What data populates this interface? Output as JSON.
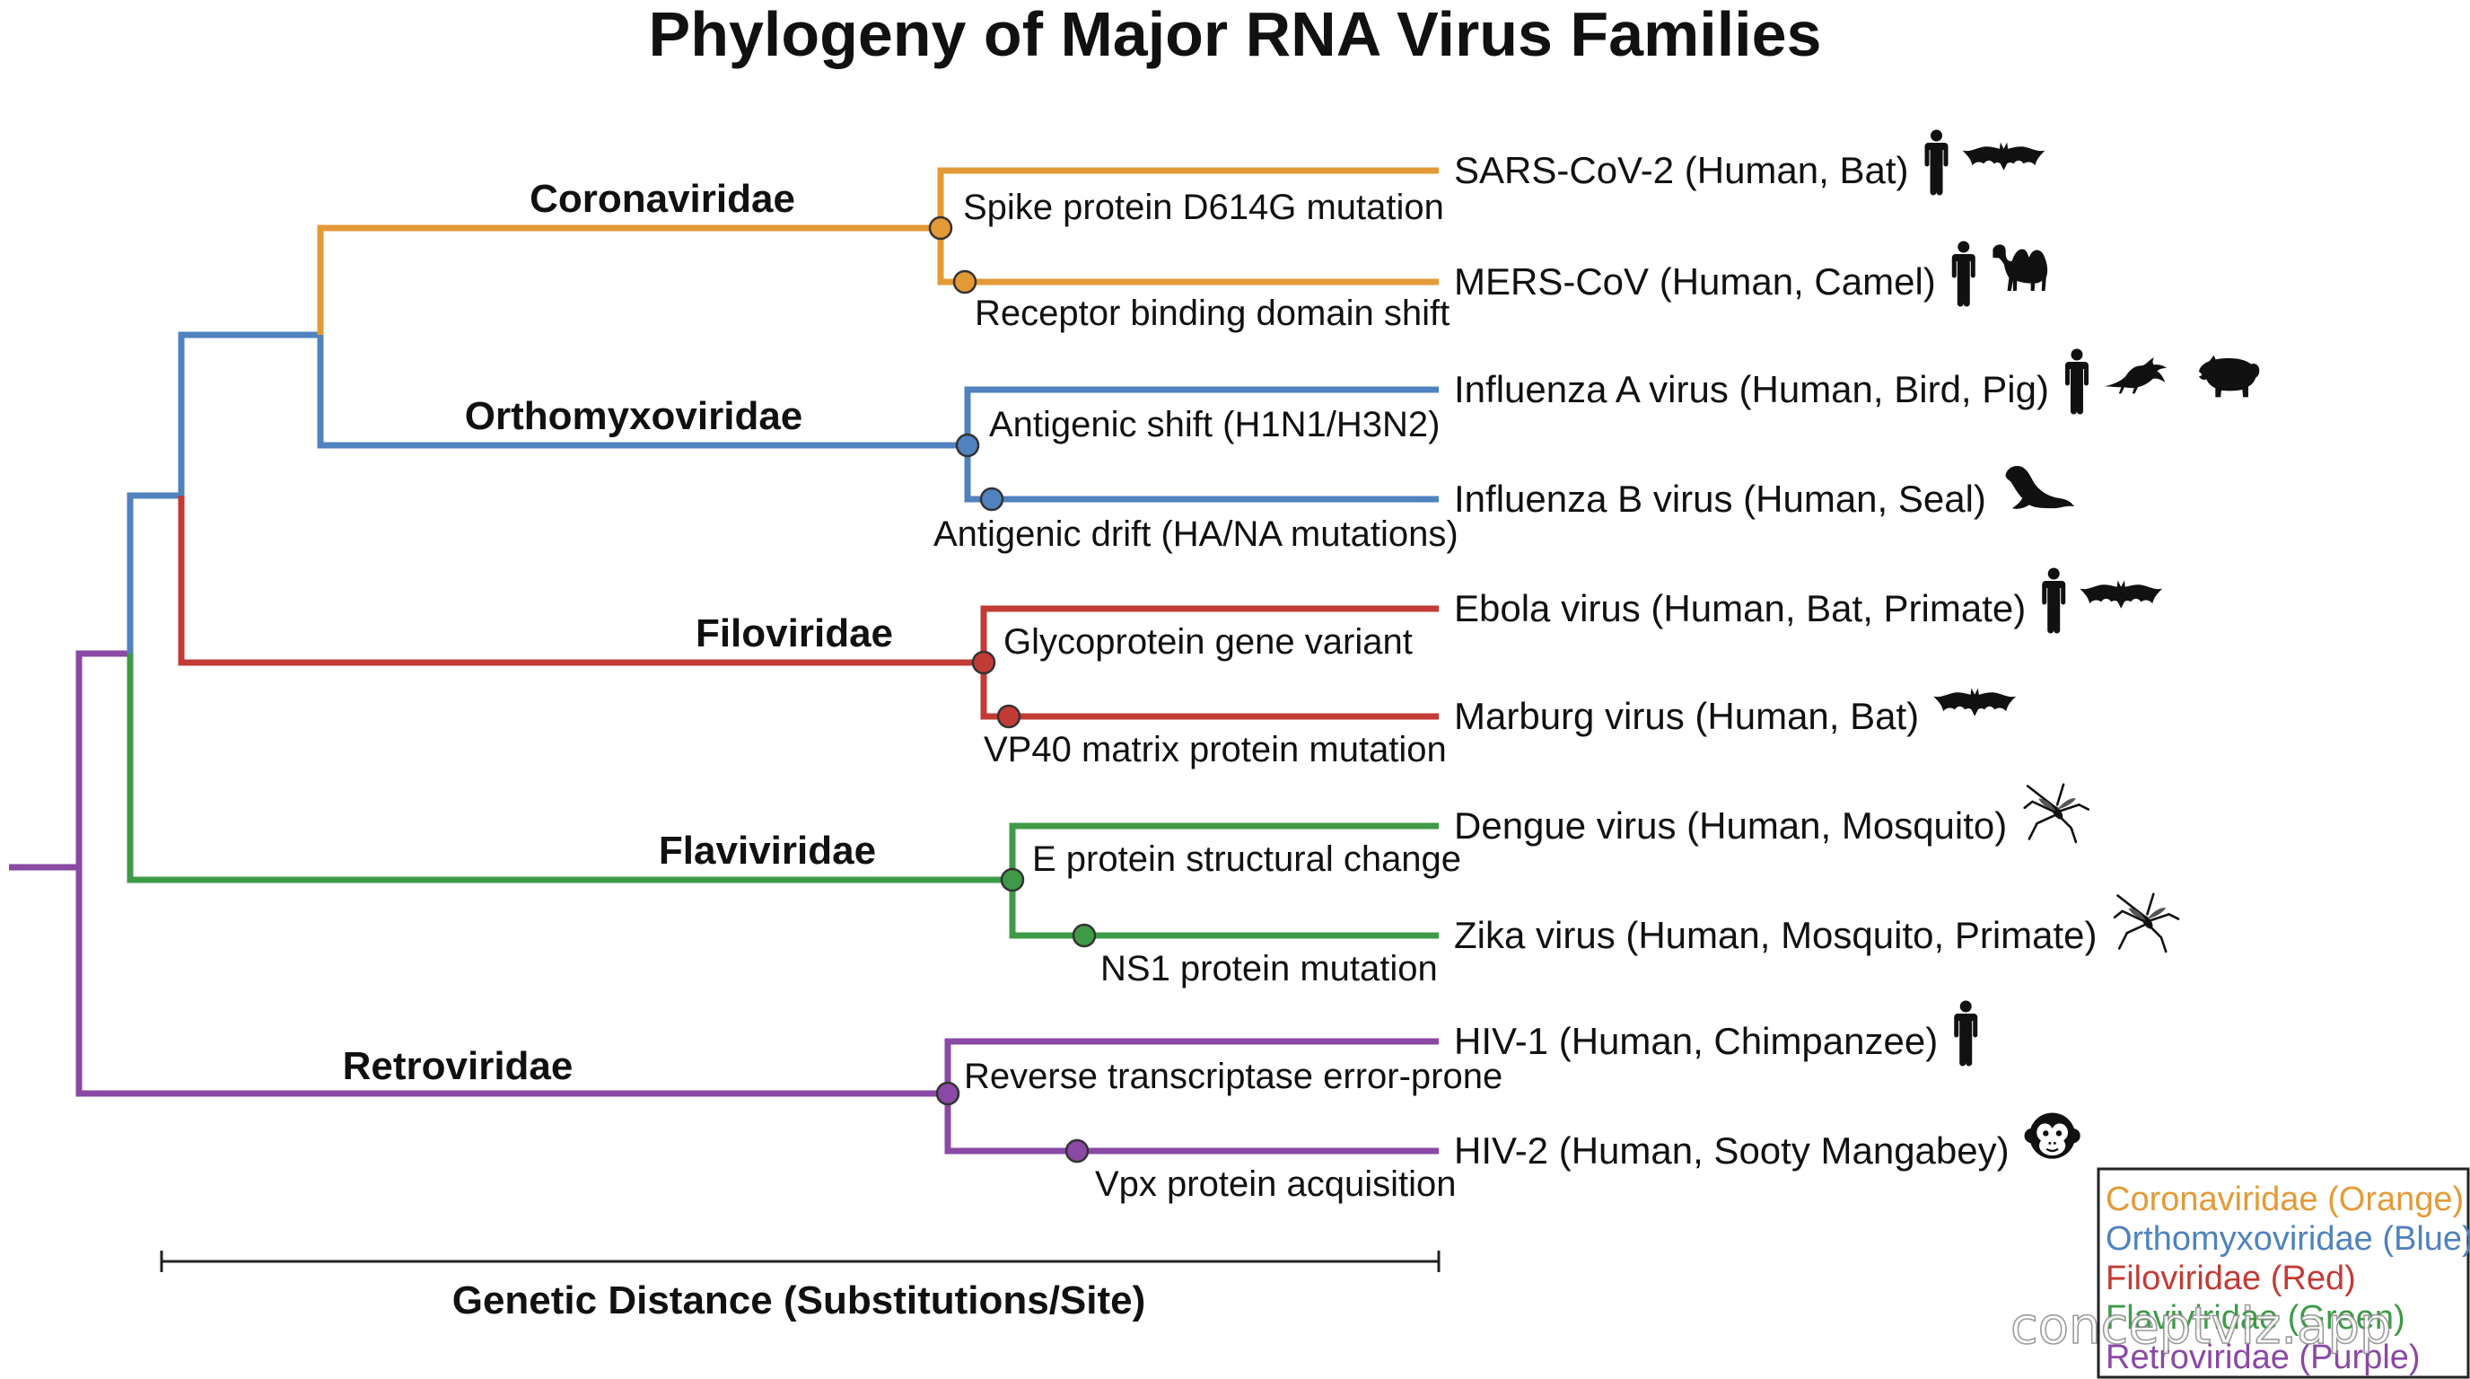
{
  "title": "Phylogeny of Major RNA Virus Families",
  "colors": {
    "coronaviridae": "#E39A36",
    "orthomyxoviridae": "#4F82BE",
    "filoviridae": "#C23B35",
    "flaviviridae": "#3E9A47",
    "retroviridae": "#8A49A5",
    "axis": "#222222"
  },
  "families": [
    {
      "name": "Coronaviridae",
      "color_key": "coronaviridae",
      "mutations": [
        "Spike protein D614G mutation",
        "Receptor binding domain shift"
      ],
      "leaves": [
        {
          "label": "SARS-CoV-2 (Human, Bat)",
          "icons": [
            "human-icon",
            "bat-icon"
          ]
        },
        {
          "label": "MERS-CoV (Human, Camel)",
          "icons": [
            "human-icon",
            "camel-icon"
          ]
        }
      ]
    },
    {
      "name": "Orthomyxoviridae",
      "color_key": "orthomyxoviridae",
      "mutations": [
        "Antigenic shift (H1N1/H3N2)",
        "Antigenic drift (HA/NA mutations)"
      ],
      "leaves": [
        {
          "label": "Influenza A virus (Human, Bird, Pig)",
          "icons": [
            "human-icon",
            "bird-icon",
            "pig-icon"
          ]
        },
        {
          "label": "Influenza B virus (Human, Seal)",
          "icons": [
            "seal-icon"
          ]
        }
      ]
    },
    {
      "name": "Filoviridae",
      "color_key": "filoviridae",
      "mutations": [
        "Glycoprotein gene variant",
        "VP40 matrix protein mutation"
      ],
      "leaves": [
        {
          "label": "Ebola virus (Human, Bat, Primate)",
          "icons": [
            "human-icon",
            "bat-icon"
          ]
        },
        {
          "label": "Marburg virus (Human, Bat)",
          "icons": [
            "bat-icon"
          ]
        }
      ]
    },
    {
      "name": "Flaviviridae",
      "color_key": "flaviviridae",
      "mutations": [
        "E protein structural change",
        "NS1 protein mutation"
      ],
      "leaves": [
        {
          "label": "Dengue virus (Human, Mosquito)",
          "icons": [
            "mosquito-icon"
          ]
        },
        {
          "label": "Zika virus (Human, Mosquito, Primate)",
          "icons": [
            "mosquito-icon"
          ]
        }
      ]
    },
    {
      "name": "Retroviridae",
      "color_key": "retroviridae",
      "mutations": [
        "Reverse transcriptase error-prone",
        "Vpx protein acquisition"
      ],
      "leaves": [
        {
          "label": "HIV-1 (Human, Chimpanzee)",
          "icons": [
            "human-icon"
          ]
        },
        {
          "label": "HIV-2 (Human, Sooty Mangabey)",
          "icons": [
            "monkey-icon"
          ]
        }
      ]
    }
  ],
  "axis_label": "Genetic Distance (Substitutions/Site)",
  "legend": [
    {
      "label": "Coronaviridae (Orange)",
      "color_key": "coronaviridae"
    },
    {
      "label": "Orthomyxoviridae (Blue)",
      "color_key": "orthomyxoviridae"
    },
    {
      "label": "Filoviridae (Red)",
      "color_key": "filoviridae"
    },
    {
      "label": "Flaviviridae (Green)",
      "color_key": "flaviviridae"
    },
    {
      "label": "Retroviridae (Purple)",
      "color_key": "retroviridae"
    }
  ],
  "watermark": "conceptviz.app"
}
